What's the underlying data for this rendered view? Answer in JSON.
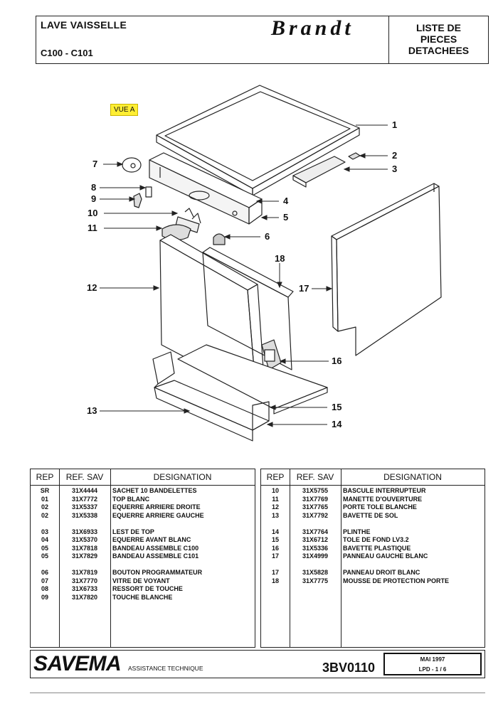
{
  "header": {
    "title": "LAVE VAISSELLE",
    "model": "C100 - C101",
    "brand": "Brandt",
    "doc_type": [
      "LISTE DE",
      "PIECES",
      "DETACHEES"
    ]
  },
  "diagram": {
    "view_label": "VUE A",
    "callouts": [
      "1",
      "2",
      "3",
      "4",
      "5",
      "6",
      "7",
      "8",
      "9",
      "10",
      "11",
      "12",
      "13",
      "14",
      "15",
      "16",
      "17",
      "18"
    ]
  },
  "table_headers": {
    "rep": "REP",
    "ref": "REF. SAV",
    "designation": "DESIGNATION"
  },
  "parts_left": [
    {
      "rep": "SR",
      "ref": "31X4444",
      "des": "SACHET 10 BANDELETTES"
    },
    {
      "rep": "01",
      "ref": "31X7772",
      "des": "TOP BLANC"
    },
    {
      "rep": "02",
      "ref": "31X5337",
      "des": "EQUERRE ARRIERE DROITE"
    },
    {
      "rep": "02",
      "ref": "31X5338",
      "des": "EQUERRE ARRIERE GAUCHE"
    },
    {
      "rep": "",
      "ref": "",
      "des": ""
    },
    {
      "rep": "03",
      "ref": "31X6933",
      "des": "LEST DE TOP"
    },
    {
      "rep": "04",
      "ref": "31X5370",
      "des": "EQUERRE AVANT BLANC"
    },
    {
      "rep": "05",
      "ref": "31X7818",
      "des": "BANDEAU ASSEMBLE C100"
    },
    {
      "rep": "05",
      "ref": "31X7829",
      "des": "BANDEAU ASSEMBLE C101"
    },
    {
      "rep": "",
      "ref": "",
      "des": ""
    },
    {
      "rep": "06",
      "ref": "31X7819",
      "des": "BOUTON PROGRAMMATEUR"
    },
    {
      "rep": "07",
      "ref": "31X7770",
      "des": "VITRE DE VOYANT"
    },
    {
      "rep": "08",
      "ref": "31X6733",
      "des": "RESSORT DE TOUCHE"
    },
    {
      "rep": "09",
      "ref": "31X7820",
      "des": "TOUCHE BLANCHE"
    }
  ],
  "parts_right": [
    {
      "rep": "10",
      "ref": "31X5755",
      "des": "BASCULE INTERRUPTEUR"
    },
    {
      "rep": "11",
      "ref": "31X7769",
      "des": "MANETTE D'OUVERTURE"
    },
    {
      "rep": "12",
      "ref": "31X7765",
      "des": "PORTE TOLE BLANCHE"
    },
    {
      "rep": "13",
      "ref": "31X7792",
      "des": "BAVETTE DE SOL"
    },
    {
      "rep": "",
      "ref": "",
      "des": ""
    },
    {
      "rep": "14",
      "ref": "31X7764",
      "des": "PLINTHE"
    },
    {
      "rep": "15",
      "ref": "31X6712",
      "des": "TOLE DE FOND LV3.2"
    },
    {
      "rep": "16",
      "ref": "31X5336",
      "des": "BAVETTE PLASTIQUE"
    },
    {
      "rep": "17",
      "ref": "31X4999",
      "des": "PANNEAU GAUCHE BLANC"
    },
    {
      "rep": "",
      "ref": "",
      "des": ""
    },
    {
      "rep": "17",
      "ref": "31X5828",
      "des": "PANNEAU DROIT BLANC"
    },
    {
      "rep": "18",
      "ref": "31X7775",
      "des": "MOUSSE DE PROTECTION PORTE"
    }
  ],
  "footer": {
    "company": "SAVEMA",
    "subtitle": "ASSISTANCE TECHNIQUE",
    "doc_number": "3BV0110",
    "date": "MAI 1997",
    "page": "LPD -   1 / 6"
  }
}
